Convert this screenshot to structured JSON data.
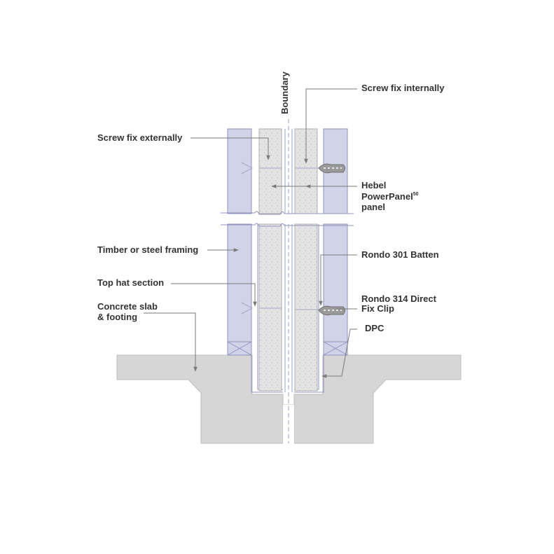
{
  "labels": {
    "boundary": "Boundary",
    "screw_fix_internally": "Screw fix internally",
    "screw_fix_externally": "Screw fix externally",
    "hebel_line1": "Hebel",
    "hebel_line2": "PowerPanel",
    "hebel_sup": "50",
    "hebel_line3": "panel",
    "timber_steel_framing": "Timber or steel framing",
    "rondo_301": "Rondo 301 Batten",
    "top_hat": "Top hat section",
    "rondo_314_line1": "Rondo 314 Direct",
    "rondo_314_line2": "Fix Clip",
    "concrete_line1": "Concrete slab",
    "concrete_line2": "& footing",
    "dpc": "DPC"
  },
  "colors": {
    "framing_fill": "#d1d3e8",
    "framing_stroke": "#8f93bd",
    "panel_fill": "#e3e3e3",
    "concrete_fill": "#d6d6d6",
    "leader": "#7a7a7a",
    "text": "#333333",
    "clip": "#9a9a9a"
  }
}
